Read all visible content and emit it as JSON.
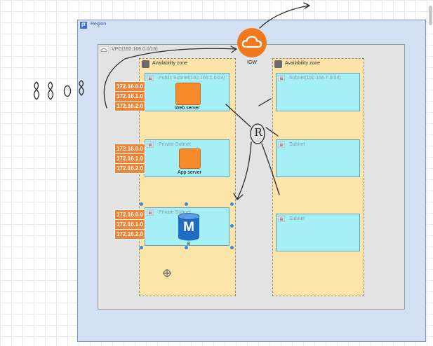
{
  "region": {
    "label": "Region"
  },
  "vpc": {
    "label": "VPC(192.168.0.0/16)"
  },
  "igw": {
    "label": "IGW"
  },
  "az_left": {
    "label": "Availability zone",
    "public_subnet": "Public Subnet(192.168.1.0/24)",
    "web_server": "Web server",
    "private_subnet_1": "Private Subnet",
    "app_server": "App server",
    "private_subnet_2": "Private Subnet",
    "db_letter": "M",
    "db_caption": "B"
  },
  "az_right": {
    "label": "Availability zone",
    "subnet_1": "Subnet(192.168.7.0/24)",
    "subnet_2": "Subnet",
    "subnet_3": "Subnet"
  },
  "route_ips": {
    "group_1": [
      "172.16.0.0",
      "172.16.1.0",
      "172.16.2.0"
    ],
    "group_2": [
      "172.16.0.0",
      "172.16.1.0",
      "172.16.2.0"
    ],
    "group_3": [
      "172.16.0.0",
      "172.16.1.0",
      "172.16.2.0"
    ]
  },
  "handwriting": {
    "router_letter": "R"
  },
  "colors": {
    "region_fill": "#d3dff2",
    "vpc_fill": "#e3e3e3",
    "az_fill": "#fde4a8",
    "subnet_fill": "#a5f0f4",
    "igw_orange": "#f0791f",
    "ip_tag_orange": "#ee8437",
    "db_blue": "#1f6cc4"
  },
  "icons": [
    "region-flag-icon",
    "vpc-cloud-icon",
    "igw-cloud-icon",
    "availability-zone-icon",
    "subnet-lock-icon",
    "database-icon",
    "cursor-icon"
  ]
}
